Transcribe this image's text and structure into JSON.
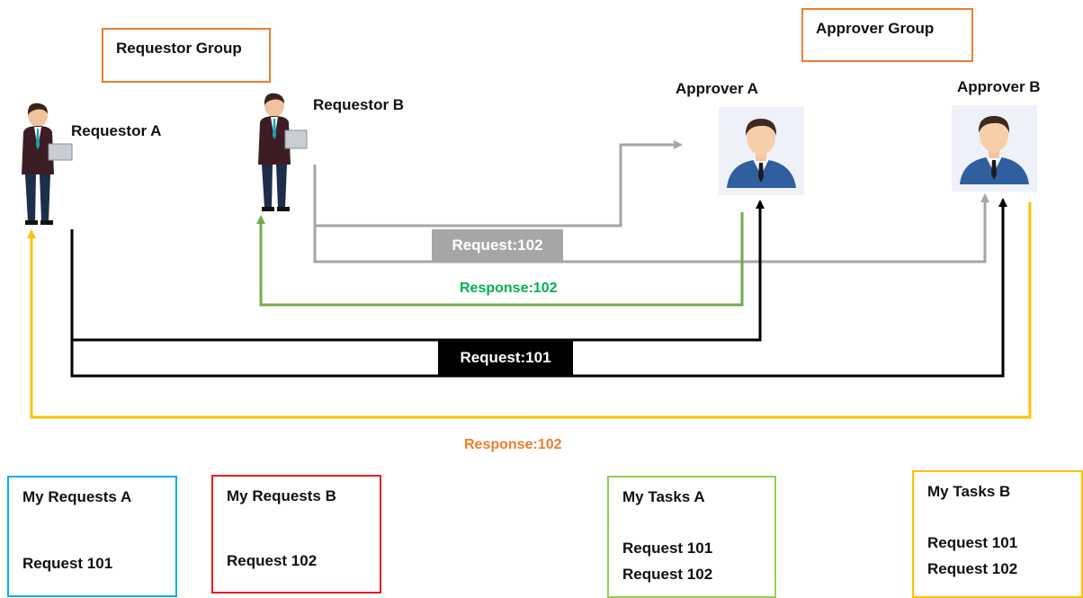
{
  "groups": {
    "requestor_group": "Requestor Group",
    "approver_group": "Approver Group"
  },
  "actors": {
    "requestor_a": "Requestor A",
    "requestor_b": "Requestor B",
    "approver_a": "Approver A",
    "approver_b": "Approver B"
  },
  "flows": {
    "request_102": "Request:102",
    "response_102_green": "Response:102",
    "request_101": "Request:101",
    "response_102_orange": "Response:102"
  },
  "panels": {
    "my_requests_a": {
      "title": "My Requests A",
      "items": [
        "Request 101"
      ]
    },
    "my_requests_b": {
      "title": "My Requests B",
      "items": [
        "Request 102"
      ]
    },
    "my_tasks_a": {
      "title": "My Tasks A",
      "items": [
        "Request 101",
        "Request 102"
      ]
    },
    "my_tasks_b": {
      "title": "My Tasks B",
      "items": [
        "Request 101",
        "Request 102"
      ]
    }
  },
  "colors": {
    "group_border": "#ed7d31",
    "request_102": "#a6a6a6",
    "request_101": "#000000",
    "response_green": "#70ad47",
    "response_green_text": "#00b050",
    "response_orange": "#ffc000",
    "response_orange_text": "#ed7d31",
    "panel_requests_a": "#00b0f0",
    "panel_requests_b": "#e02020",
    "panel_tasks_a": "#92d050",
    "panel_tasks_b": "#ffc000"
  }
}
